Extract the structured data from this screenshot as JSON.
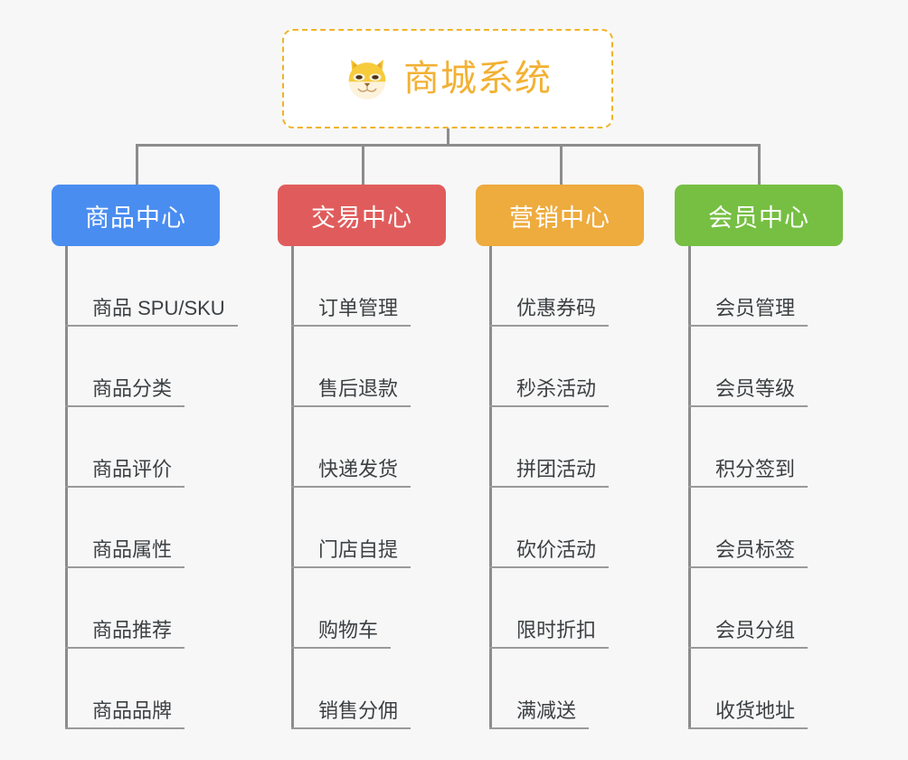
{
  "page": {
    "background_color": "#f7f7f7",
    "type": "mindmap"
  },
  "root": {
    "title": "商城系统",
    "icon": "shiba-inu-dog-face-emoji",
    "border_color": "#f0b429",
    "text_color": "#f2b134",
    "background_color": "#ffffff"
  },
  "connector": {
    "color": "#8c8c8c"
  },
  "branches": [
    {
      "label": "商品中心",
      "color": "#4a8df0",
      "items": [
        "商品 SPU/SKU",
        "商品分类",
        "商品评价",
        "商品属性",
        "商品推荐",
        "商品品牌"
      ]
    },
    {
      "label": "交易中心",
      "color": "#e05c5c",
      "items": [
        "订单管理",
        "售后退款",
        "快递发货",
        "门店自提",
        "购物车",
        "销售分佣"
      ]
    },
    {
      "label": "营销中心",
      "color": "#eeab3e",
      "items": [
        "优惠券码",
        "秒杀活动",
        "拼团活动",
        "砍价活动",
        "限时折扣",
        "满减送"
      ]
    },
    {
      "label": "会员中心",
      "color": "#76bf43",
      "items": [
        "会员管理",
        "会员等级",
        "积分签到",
        "会员标签",
        "会员分组",
        "收货地址"
      ]
    }
  ]
}
